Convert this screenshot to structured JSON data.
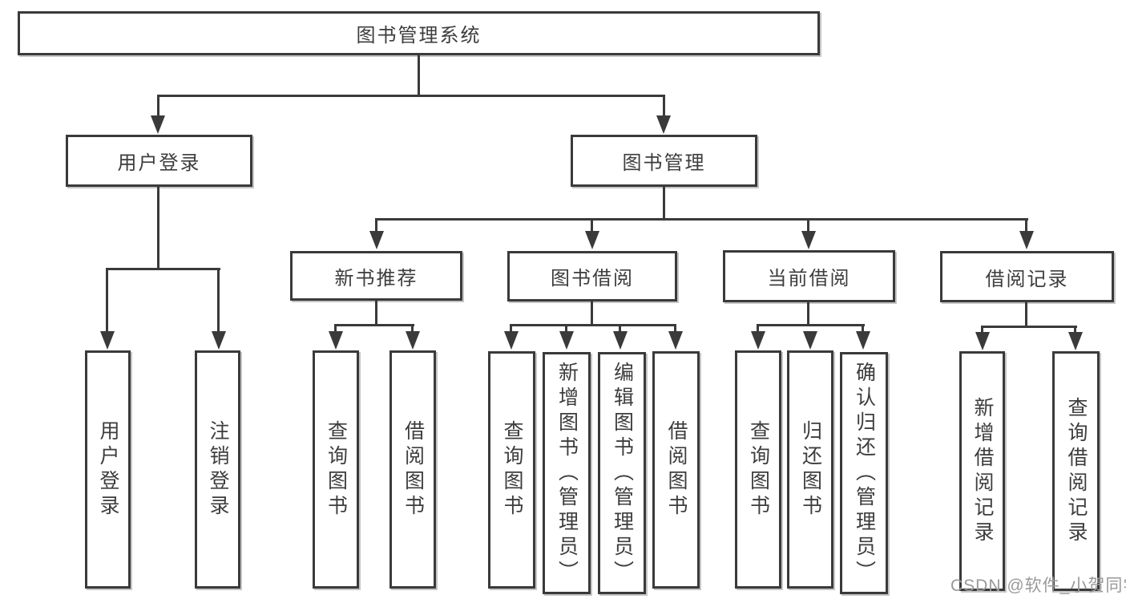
{
  "tree": {
    "label": "图书管理系统",
    "children": [
      {
        "label": "用户登录",
        "children": [
          {
            "label": "用户登录"
          },
          {
            "label": "注销登录"
          }
        ]
      },
      {
        "label": "图书管理",
        "children": [
          {
            "label": "新书推荐",
            "children": [
              {
                "label": "查询图书"
              },
              {
                "label": "借阅图书"
              }
            ]
          },
          {
            "label": "图书借阅",
            "children": [
              {
                "label": "查询图书"
              },
              {
                "label": "新增图书（管理员）"
              },
              {
                "label": "编辑图书（管理员）"
              },
              {
                "label": "借阅图书"
              }
            ]
          },
          {
            "label": "当前借阅",
            "children": [
              {
                "label": "查询图书"
              },
              {
                "label": "归还图书"
              },
              {
                "label": "确认归还（管理员）"
              }
            ]
          },
          {
            "label": "借阅记录",
            "children": [
              {
                "label": "新增借阅记录"
              },
              {
                "label": "查询借阅记录"
              }
            ]
          }
        ]
      }
    ]
  },
  "watermark": {
    "text": "CSDN @软件_小贺同学"
  },
  "colors": {
    "line": "#3a3a3a",
    "text": "#3d3d3d",
    "watermark": "#999999",
    "background": "#ffffff"
  }
}
